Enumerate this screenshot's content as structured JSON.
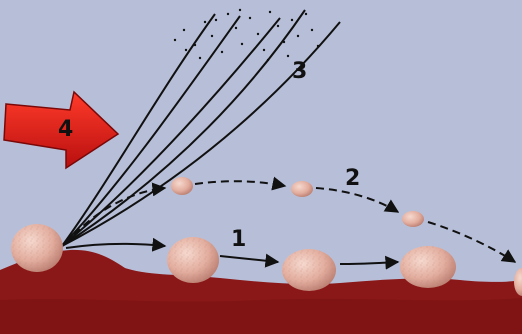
{
  "labels": {
    "path_1": "1",
    "path_2": "2",
    "path_3": "3",
    "wind": "4"
  },
  "colors": {
    "sky": "#b7bfd8",
    "ground": "#8a1818",
    "ground_dark": "#6e0f0f",
    "grain": "#e8b8a8",
    "grain_shadow": "#c98f83",
    "arrow_red": "#d82020",
    "line": "#111111",
    "label": "#111111"
  }
}
